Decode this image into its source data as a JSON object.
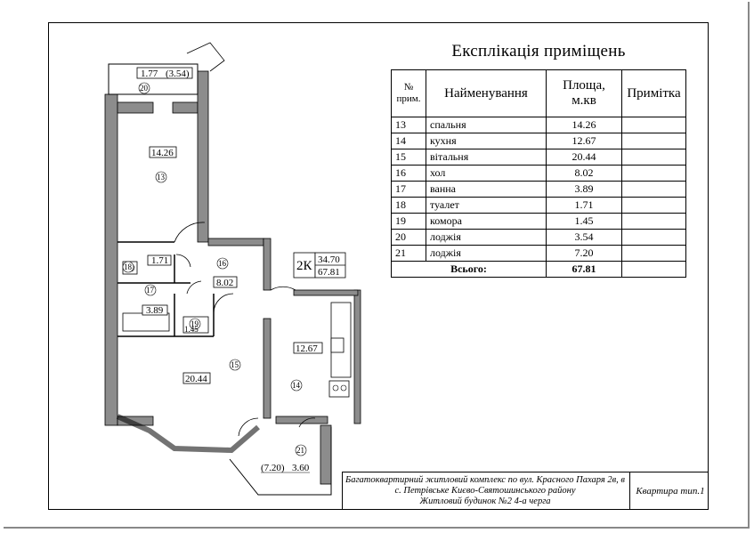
{
  "explication": {
    "title": "Експлікація приміщень",
    "headers": {
      "num": [
        "№",
        "прим."
      ],
      "name": "Найменування",
      "area": [
        "Площа,",
        "м.кв"
      ],
      "note": "Примітка"
    },
    "rows": [
      {
        "num": "13",
        "name": "спальня",
        "area": "14.26",
        "note": ""
      },
      {
        "num": "14",
        "name": "кухня",
        "area": "12.67",
        "note": ""
      },
      {
        "num": "15",
        "name": "вітальня",
        "area": "20.44",
        "note": ""
      },
      {
        "num": "16",
        "name": "хол",
        "area": "8.02",
        "note": ""
      },
      {
        "num": "17",
        "name": "ванна",
        "area": "3.89",
        "note": ""
      },
      {
        "num": "18",
        "name": "туалет",
        "area": "1.71",
        "note": ""
      },
      {
        "num": "19",
        "name": "комора",
        "area": "1.45",
        "note": ""
      },
      {
        "num": "20",
        "name": "лоджія",
        "area": "3.54",
        "note": ""
      },
      {
        "num": "21",
        "name": "лоджія",
        "area": "7.20",
        "note": ""
      }
    ],
    "total_label": "Всього:",
    "total_value": "67.81"
  },
  "stamp": {
    "lines": [
      "Багатоквартирний житловий комплекс по вул. Красного Пахаря 2в, в",
      "с. Петрівське Києво-Святошинського району",
      "Житловий будинок №2 4-а черга"
    ],
    "right": "Квартира тип.1"
  },
  "plan": {
    "apartment_code": "2К",
    "living_area": "34.70",
    "total_area": "67.81",
    "rooms": {
      "r13": {
        "num": "13",
        "area": "14.26"
      },
      "r14": {
        "num": "14",
        "area": "12.67"
      },
      "r15": {
        "num": "15",
        "area": "20.44"
      },
      "r16": {
        "num": "16",
        "area": "8.02"
      },
      "r17": {
        "num": "17",
        "area": "3.89"
      },
      "r18": {
        "num": "18",
        "area": "1.71"
      },
      "r19": {
        "num": "19",
        "area": "1.45"
      },
      "r20": {
        "num": "20",
        "area_a": "1.77",
        "area_b": "(3.54)"
      },
      "r21": {
        "num": "21",
        "area_a": "(7.20)",
        "area_b": "3.60"
      }
    }
  }
}
